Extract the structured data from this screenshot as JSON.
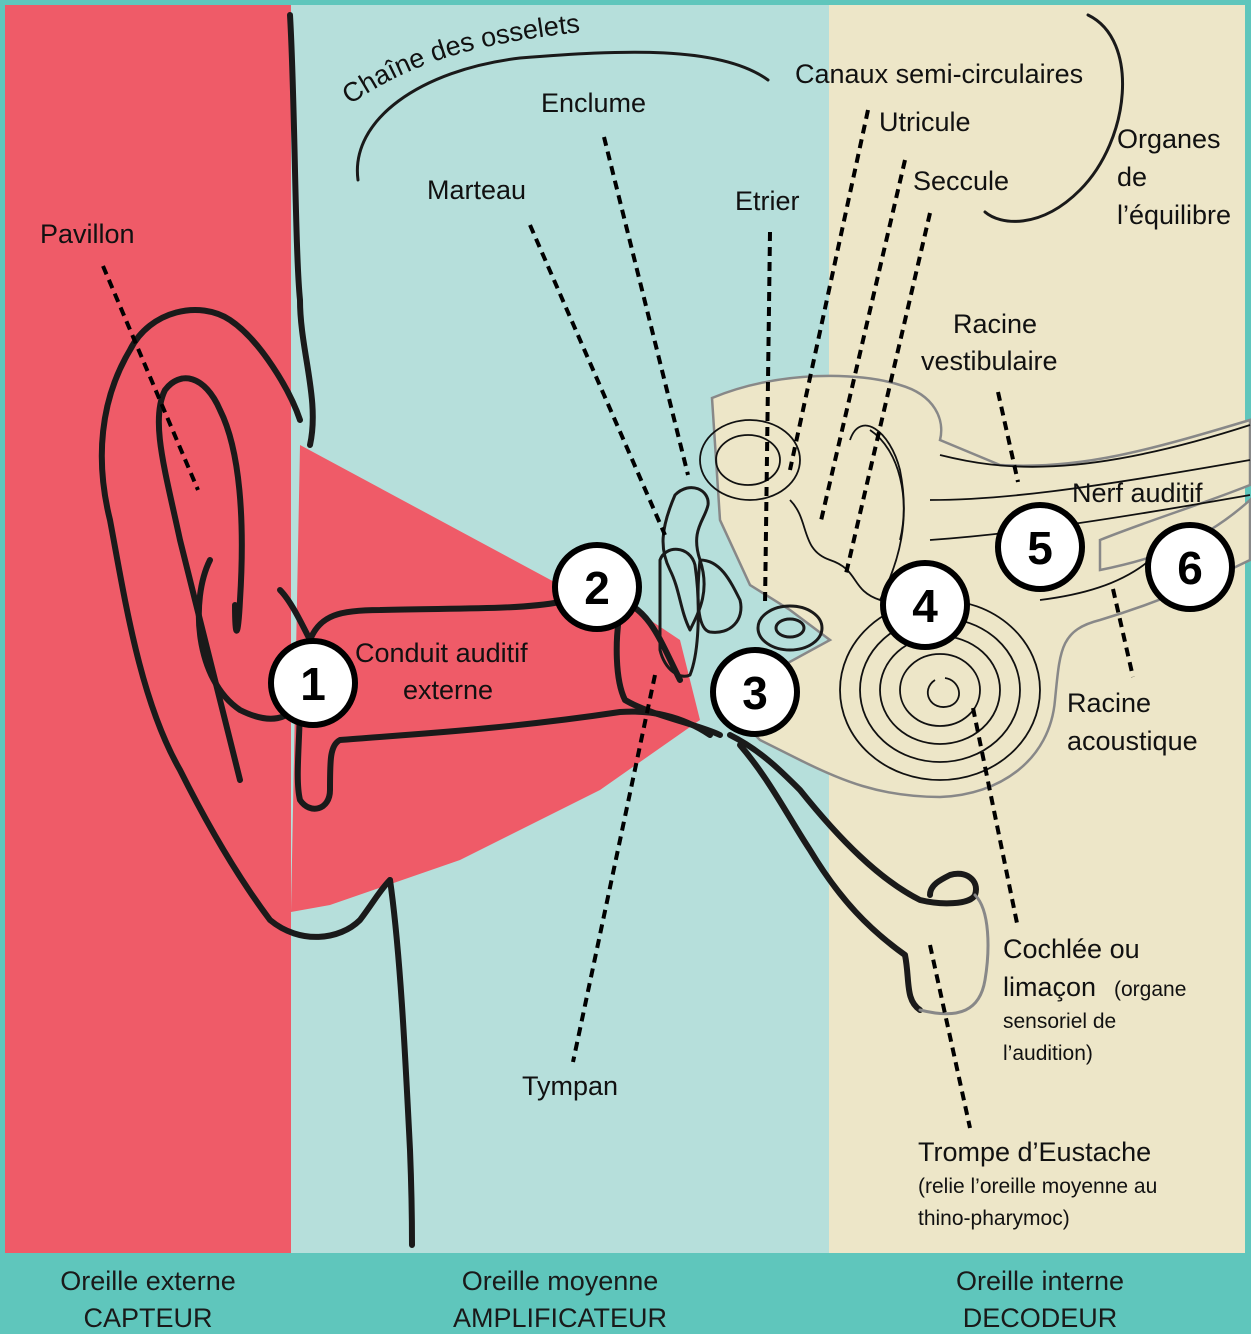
{
  "colors": {
    "border": "#5fc6bc",
    "outer_ear": "#ef5b68",
    "middle_ear": "#b6dfdb",
    "inner_ear": "#ede6c8",
    "ink": "#1a1a1a"
  },
  "labels": {
    "chaine_osselets": "Chaîne des osselets",
    "enclume": "Enclume",
    "marteau": "Marteau",
    "etrier": "Etrier",
    "canaux": "Canaux semi-circulaires",
    "utricule": "Utricule",
    "seccule": "Seccule",
    "organes": [
      "Organes",
      "de",
      "l’équilibre"
    ],
    "pavillon": "Pavillon",
    "racine_vestibulaire": [
      "Racine",
      "vestibulaire"
    ],
    "nerf_auditif": "Nerf auditif",
    "conduit": [
      "Conduit auditif",
      "externe"
    ],
    "racine_acoustique": [
      "Racine",
      "acoustique"
    ],
    "cochlee_main": [
      "Cochlée ou",
      "limaçon"
    ],
    "cochlee_note": [
      "(organe",
      "sensoriel de",
      "l’audition)"
    ],
    "tympan": "Tympan",
    "trompe": "Trompe d’Eustache",
    "trompe_note": [
      "(relie l’oreille moyenne au",
      "thino-pharymoc)"
    ]
  },
  "markers": [
    "1",
    "2",
    "3",
    "4",
    "5",
    "6"
  ],
  "sections": [
    {
      "name": "Oreille externe",
      "role": "CAPTEUR"
    },
    {
      "name": "Oreille moyenne",
      "role": "AMPLIFICATEUR"
    },
    {
      "name": "Oreille interne",
      "role": "DECODEUR"
    }
  ]
}
